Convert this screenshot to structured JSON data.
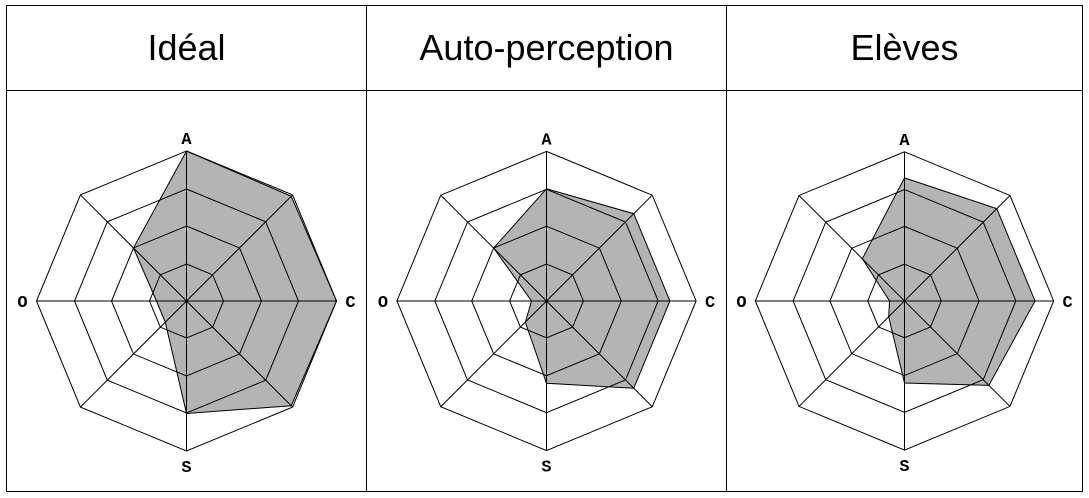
{
  "headers": [
    "Idéal",
    "Auto-perception",
    "Elèves"
  ],
  "chart_data": [
    {
      "type": "radar",
      "title": "Idéal",
      "axes": [
        "A",
        "C",
        "S",
        "O"
      ],
      "levels": 4,
      "range": [
        0,
        4
      ],
      "fill_color": "#b4b4b4",
      "values": [
        4,
        3.95,
        4,
        3.95,
        3,
        0.8,
        0.8,
        2
      ]
    },
    {
      "type": "radar",
      "title": "Auto-perception",
      "axes": [
        "A",
        "C",
        "S",
        "O"
      ],
      "levels": 4,
      "range": [
        0,
        4
      ],
      "fill_color": "#b4b4b4",
      "values": [
        3,
        3.3,
        3.3,
        3.3,
        2.2,
        0.8,
        0.4,
        2
      ]
    },
    {
      "type": "radar",
      "title": "Elèves",
      "axes": [
        "A",
        "C",
        "S",
        "O"
      ],
      "levels": 4,
      "range": [
        0,
        4
      ],
      "fill_color": "#b4b4b4",
      "values": [
        3.3,
        3.5,
        3.5,
        3.2,
        2.2,
        0.6,
        0.4,
        1.6
      ]
    }
  ]
}
